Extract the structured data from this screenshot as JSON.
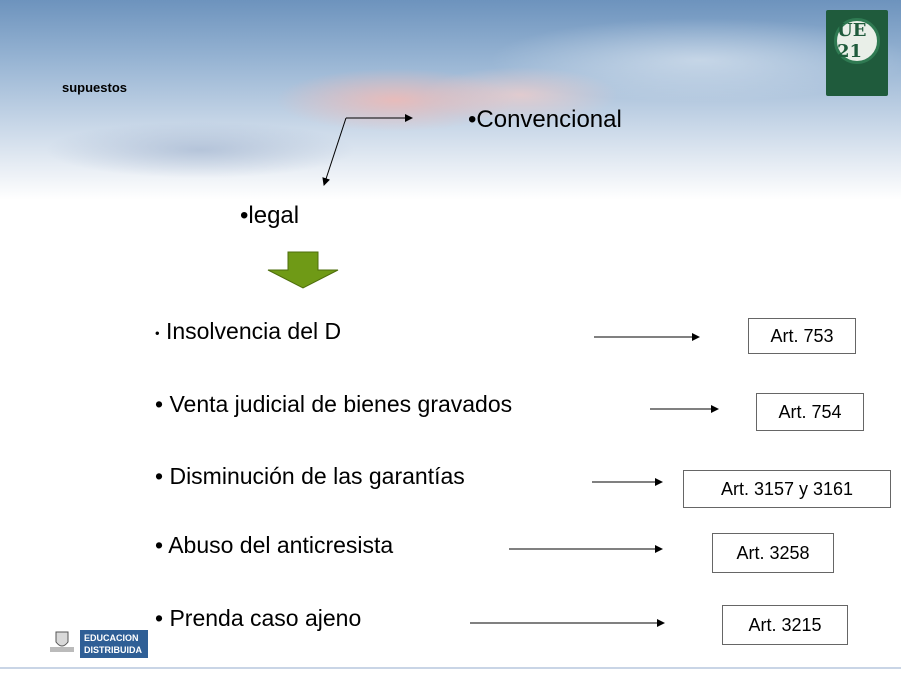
{
  "slide": {
    "title": "supuestos",
    "convencional": "•Convencional",
    "legal": "•legal",
    "items": [
      {
        "bullet": "•",
        "text": "Insolvencia del D",
        "article": "Art. 753"
      },
      {
        "bullet": "•",
        "text": "Venta judicial de bienes gravados",
        "article": "Art. 754"
      },
      {
        "bullet": "•",
        "text": "Disminución de las garantías",
        "article": "Art. 3157 y 3161"
      },
      {
        "bullet": "•",
        "text": "Abuso del anticresista",
        "article": "Art. 3258"
      },
      {
        "bullet": "•",
        "text": "Prenda caso ajeno",
        "article": "Art. 3215"
      }
    ]
  },
  "logos": {
    "top_right": "UE 21",
    "bottom_left_line1": "EDUCACION",
    "bottom_left_line2": "DISTRIBUIDA"
  },
  "colors": {
    "down_arrow": "#6f9a16",
    "footer_box": "#2f5f96",
    "logo_green": "#1f5b3c"
  }
}
